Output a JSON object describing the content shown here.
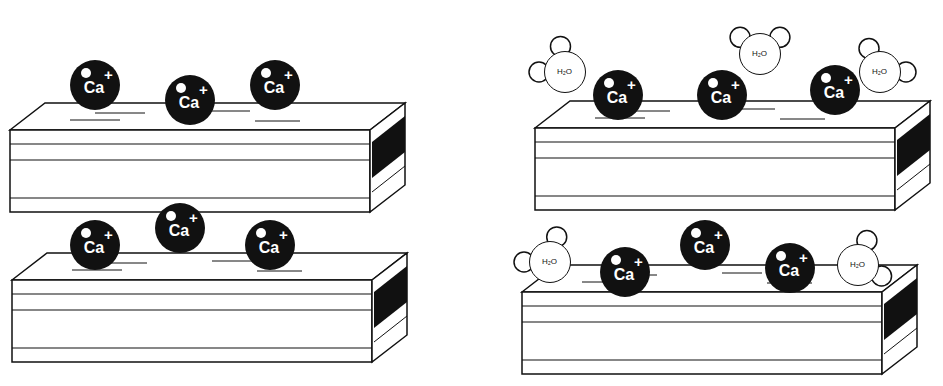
{
  "diagram": {
    "nodes": [
      {
        "text": [
          "Ca",
          "+"
        ]
      },
      {
        "text": [
          "Ca",
          "+"
        ]
      },
      {
        "text": [
          "Ca",
          "+"
        ]
      },
      {
        "text": [
          "Ca",
          "+"
        ]
      },
      {
        "text": [
          "Ca",
          "+"
        ]
      },
      {
        "text": [
          "Ca",
          "+"
        ]
      },
      {
        "text": [
          "H₂O"
        ]
      },
      {
        "text": [
          "Ca",
          "+"
        ]
      },
      {
        "text": [
          "Ca",
          "+"
        ]
      },
      {
        "text": [
          "H₂O"
        ]
      },
      {
        "text": [
          "Ca",
          "+"
        ]
      },
      {
        "text": [
          "H₂O"
        ]
      },
      {
        "text": [
          "H₂O"
        ]
      },
      {
        "text": [
          "Ca",
          "+"
        ]
      },
      {
        "text": [
          "Ca",
          "+"
        ]
      },
      {
        "text": [
          "Ca",
          "+"
        ]
      },
      {
        "text": [
          "H₂O"
        ]
      }
    ]
  }
}
